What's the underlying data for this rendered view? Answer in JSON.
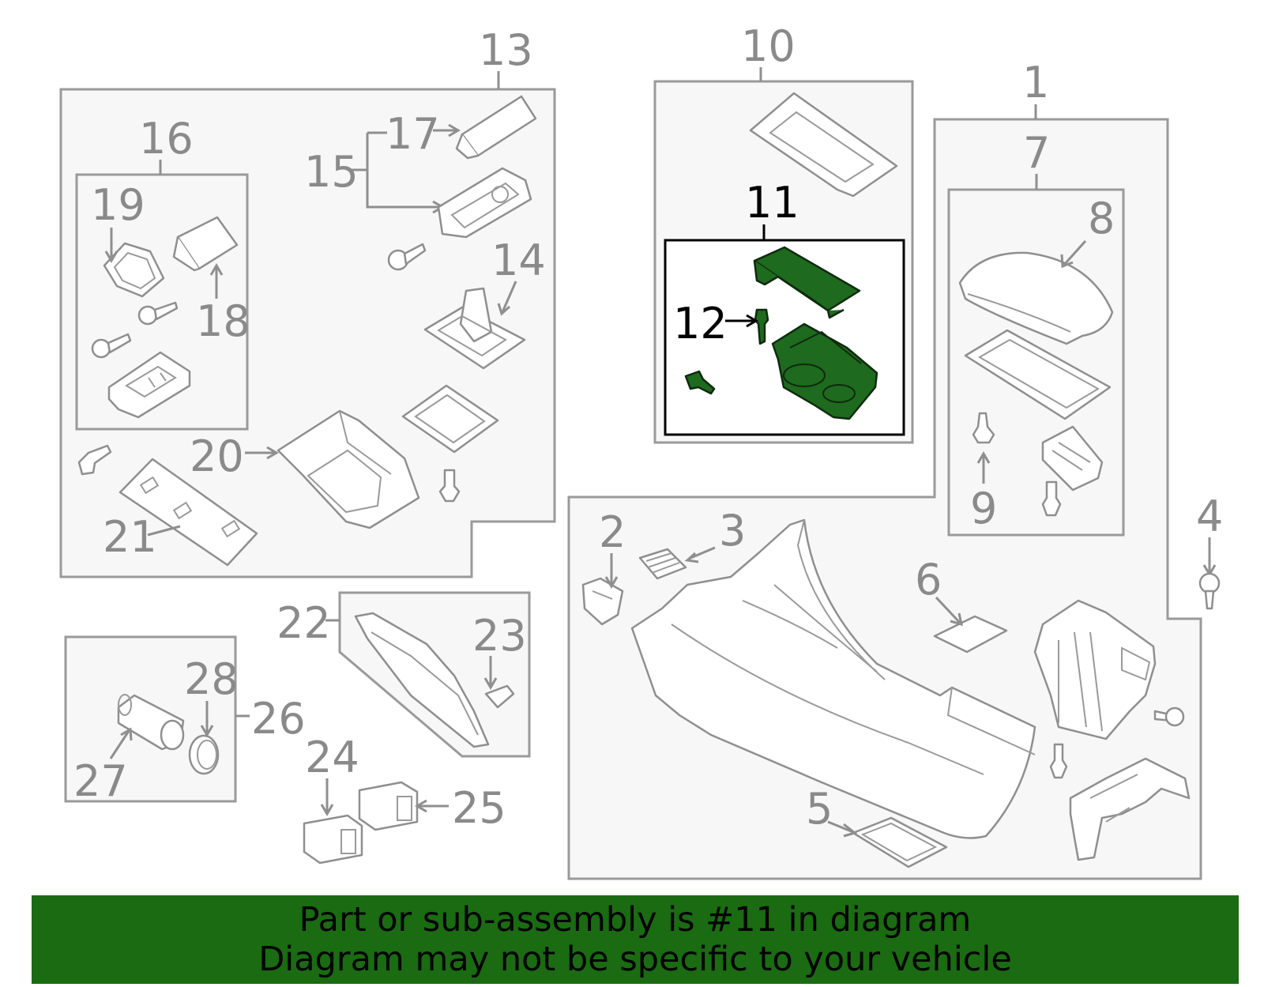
{
  "diagram": {
    "labels": {
      "l1": "1",
      "l2": "2",
      "l3": "3",
      "l4": "4",
      "l5": "5",
      "l6": "6",
      "l7": "7",
      "l8": "8",
      "l9": "9",
      "l10": "10",
      "l11": "11",
      "l12": "12",
      "l13": "13",
      "l14": "14",
      "l15": "15",
      "l16": "16",
      "l17": "17",
      "l18": "18",
      "l19": "19",
      "l20": "20",
      "l21": "21",
      "l22": "22",
      "l23": "23",
      "l24": "24",
      "l25": "25",
      "l26": "26",
      "l27": "27",
      "l28": "28"
    },
    "highlighted_part": "11",
    "highlight_color": "#1e6a1e",
    "line_color": "#8f8f8f"
  },
  "banner": {
    "line1": "Part or sub-assembly is #11 in diagram",
    "line2": "Diagram may not be specific to your vehicle",
    "background": "#1a6b12"
  }
}
